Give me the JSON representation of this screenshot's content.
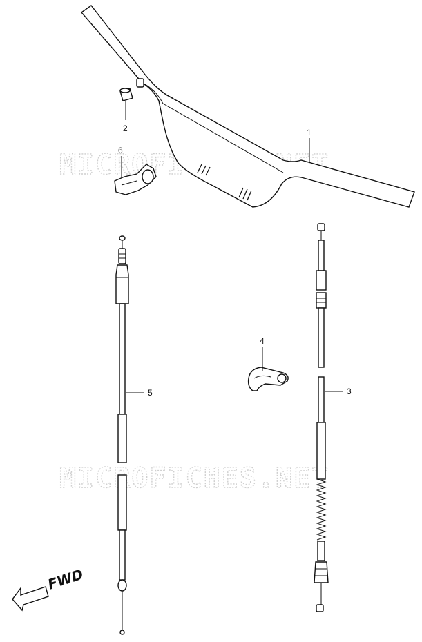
{
  "watermark": {
    "text": "MICROFICHES.NET"
  },
  "direction": {
    "label": "FWD"
  },
  "callouts": [
    {
      "id": "1",
      "label": "1"
    },
    {
      "id": "2",
      "label": "2"
    },
    {
      "id": "3",
      "label": "3"
    },
    {
      "id": "4",
      "label": "4"
    },
    {
      "id": "5",
      "label": "5"
    },
    {
      "id": "6",
      "label": "6"
    }
  ]
}
